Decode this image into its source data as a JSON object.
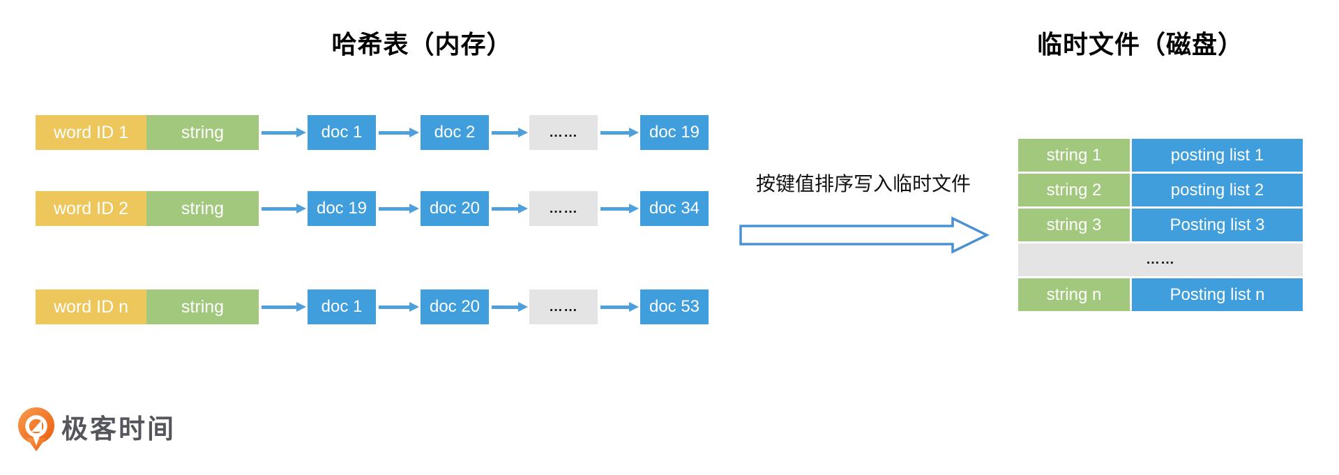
{
  "left_panel": {
    "title": "哈希表（内存）",
    "rows": [
      {
        "word_id": "word ID 1",
        "string": "string",
        "docs": [
          "doc 1",
          "doc 2",
          "……",
          "doc 19"
        ]
      },
      {
        "word_id": "word ID 2",
        "string": "string",
        "docs": [
          "doc 19",
          "doc 20",
          "……",
          "doc 34"
        ]
      },
      {
        "word_id": "word ID n",
        "string": "string",
        "docs": [
          "doc 1",
          "doc 20",
          "……",
          "doc 53"
        ]
      }
    ]
  },
  "transfer": {
    "label": "按键值排序写入临时文件"
  },
  "right_panel": {
    "title": "临时文件（磁盘）",
    "rows": [
      {
        "string": "string 1",
        "posting_list": "posting list 1"
      },
      {
        "string": "string 2",
        "posting_list": "posting list 2"
      },
      {
        "string": "string 3",
        "posting_list": "Posting list 3"
      },
      {
        "string": "string n",
        "posting_list": "Posting list n"
      }
    ],
    "ellipsis_row": "……"
  },
  "logo": {
    "text": "极客时间",
    "icon": "geektime-pin-icon"
  },
  "colors": {
    "word_id_yellow": "#EDC65C",
    "string_green": "#A2C87E",
    "doc_blue": "#3F9EDB",
    "ellipsis_gray": "#E4E4E4",
    "link_arrow_blue": "#4DA0DB",
    "big_arrow_stroke": "#4A90D2",
    "logo_orange_light": "#F99B4E",
    "logo_orange_dark": "#EB5D0F",
    "logo_text_gray": "#54565B",
    "title_black": "#000000"
  }
}
